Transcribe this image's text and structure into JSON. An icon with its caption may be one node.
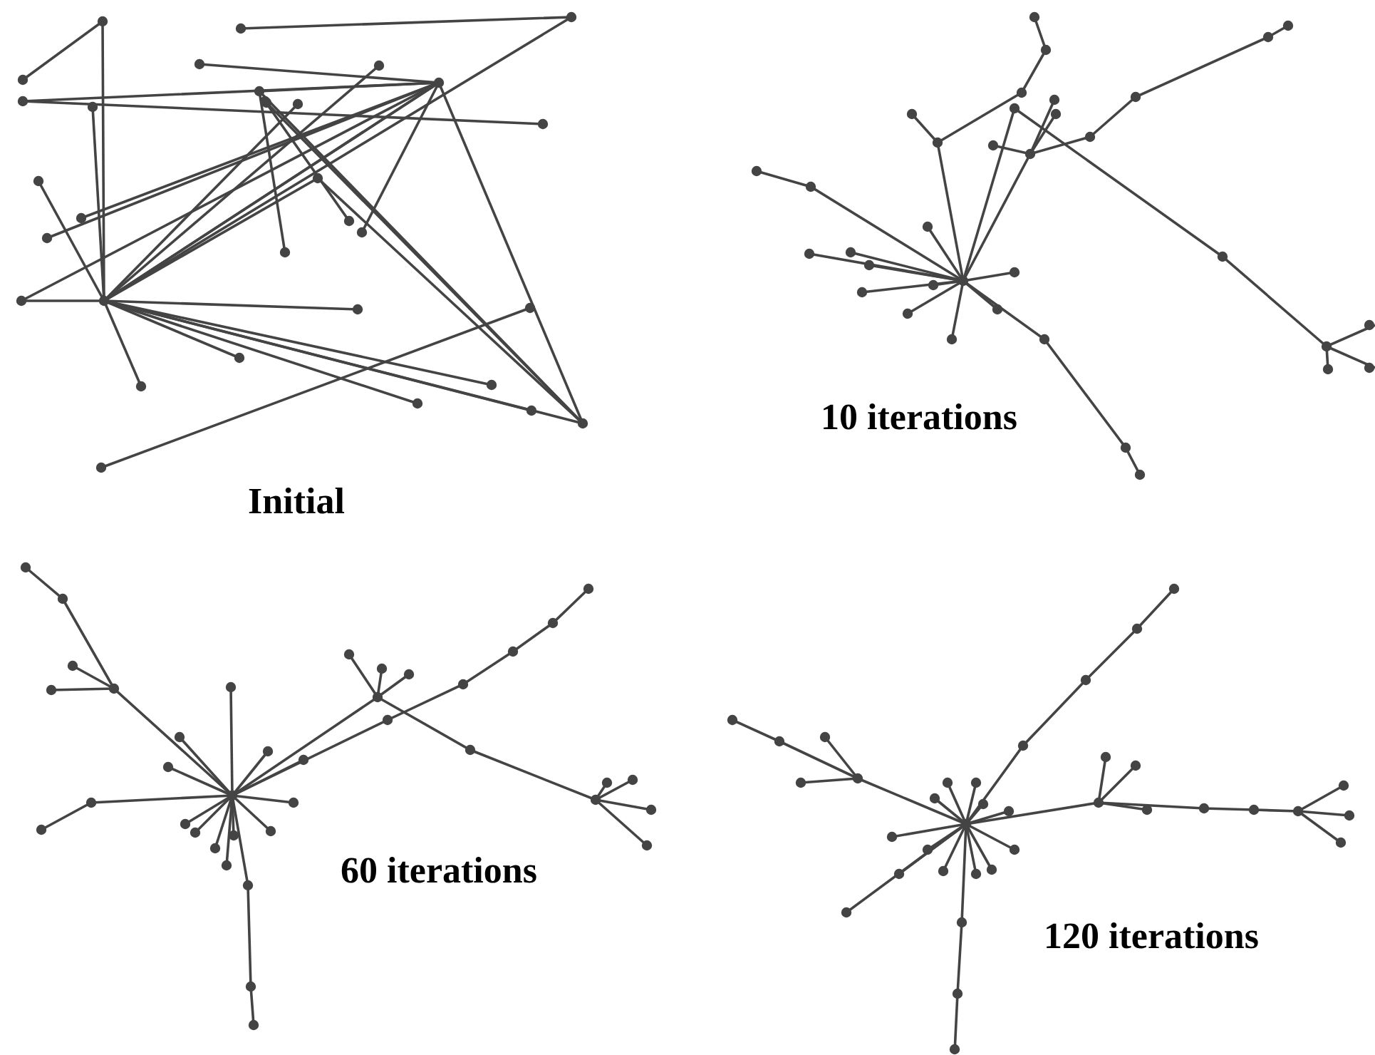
{
  "diagram": {
    "labels": [
      "Initial",
      "10 iterations",
      "60 iterations",
      "120 iterations"
    ]
  }
}
